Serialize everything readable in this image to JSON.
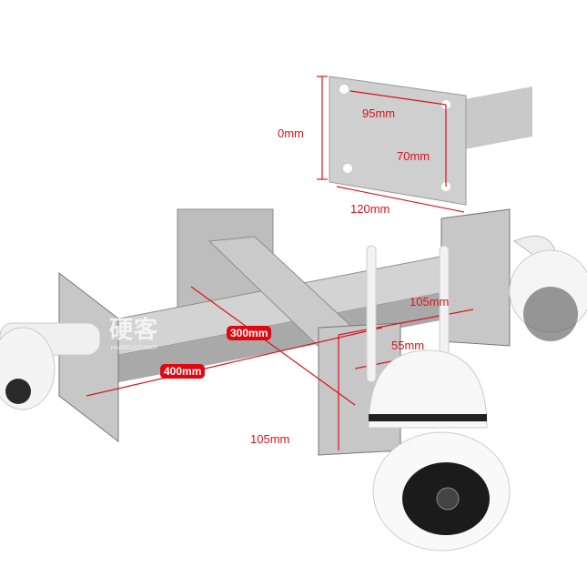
{
  "dimensions": {
    "plate_height": "0mm",
    "hole_width": "95mm",
    "hole_height": "70mm",
    "plate_width": "120mm",
    "side_plate_width": "105mm",
    "arm_depth": "300mm",
    "slot_offset": "55mm",
    "arm_length": "400mm",
    "side_plate_height": "105mm"
  },
  "watermark": {
    "text": "硬客",
    "subtext": "HARDCUSTOMER"
  },
  "colors": {
    "dimension": "#d9141b",
    "steel": "#c4c4c4",
    "camera": "#f2f2f2"
  }
}
